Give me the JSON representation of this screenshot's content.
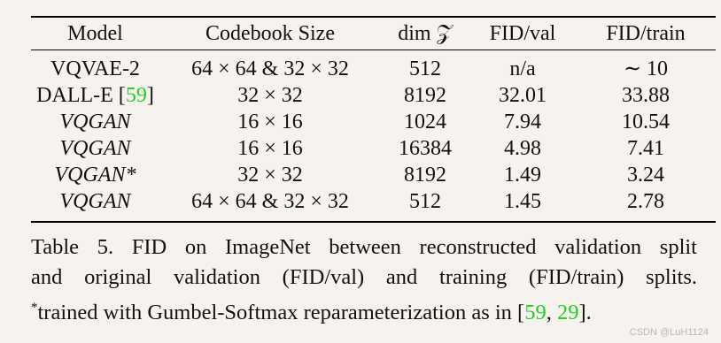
{
  "table": {
    "headers": [
      "Model",
      "Codebook Size",
      "dim 𝒵",
      "FID/val",
      "FID/train"
    ],
    "rows": [
      {
        "model": "VQVAE-2",
        "model_ref": "",
        "codebook": "64 × 64 & 32 × 32",
        "dim": "512",
        "fid_val": "n/a",
        "fid_train": "∼ 10"
      },
      {
        "model": "DALL-E [",
        "model_ref": "59",
        "model_close": "]",
        "codebook": "32 × 32",
        "dim": "8192",
        "fid_val": "32.01",
        "fid_train": "33.88"
      },
      {
        "model": "VQGAN",
        "model_ref": "",
        "codebook": "16 × 16",
        "dim": "1024",
        "fid_val": "7.94",
        "fid_train": "10.54"
      },
      {
        "model": "VQGAN",
        "model_ref": "",
        "codebook": "16 × 16",
        "dim": "16384",
        "fid_val": "4.98",
        "fid_train": "7.41"
      },
      {
        "model": "VQGAN*",
        "model_ref": "",
        "codebook": "32 × 32",
        "dim": "8192",
        "fid_val": "1.49",
        "fid_train": "3.24"
      },
      {
        "model": "VQGAN",
        "model_ref": "",
        "codebook": "64 × 64 & 32 × 32",
        "dim": "512",
        "fid_val": "1.45",
        "fid_train": "2.78"
      }
    ]
  },
  "caption": {
    "line1": "Table 5.  FID on ImageNet between reconstructed validation split",
    "line2": "and original validation (FID/val) and training (FID/train) splits.",
    "line3_star": "*",
    "line3_text": "trained with Gumbel-Softmax reparameterization as in [",
    "ref_a": "59",
    "ref_sep": ", ",
    "ref_b": "29",
    "line3_end": "]."
  },
  "watermark": "CSDN @LuH1124",
  "colors": {
    "reference_link": "#20d020",
    "background": "#f6f3ef"
  }
}
